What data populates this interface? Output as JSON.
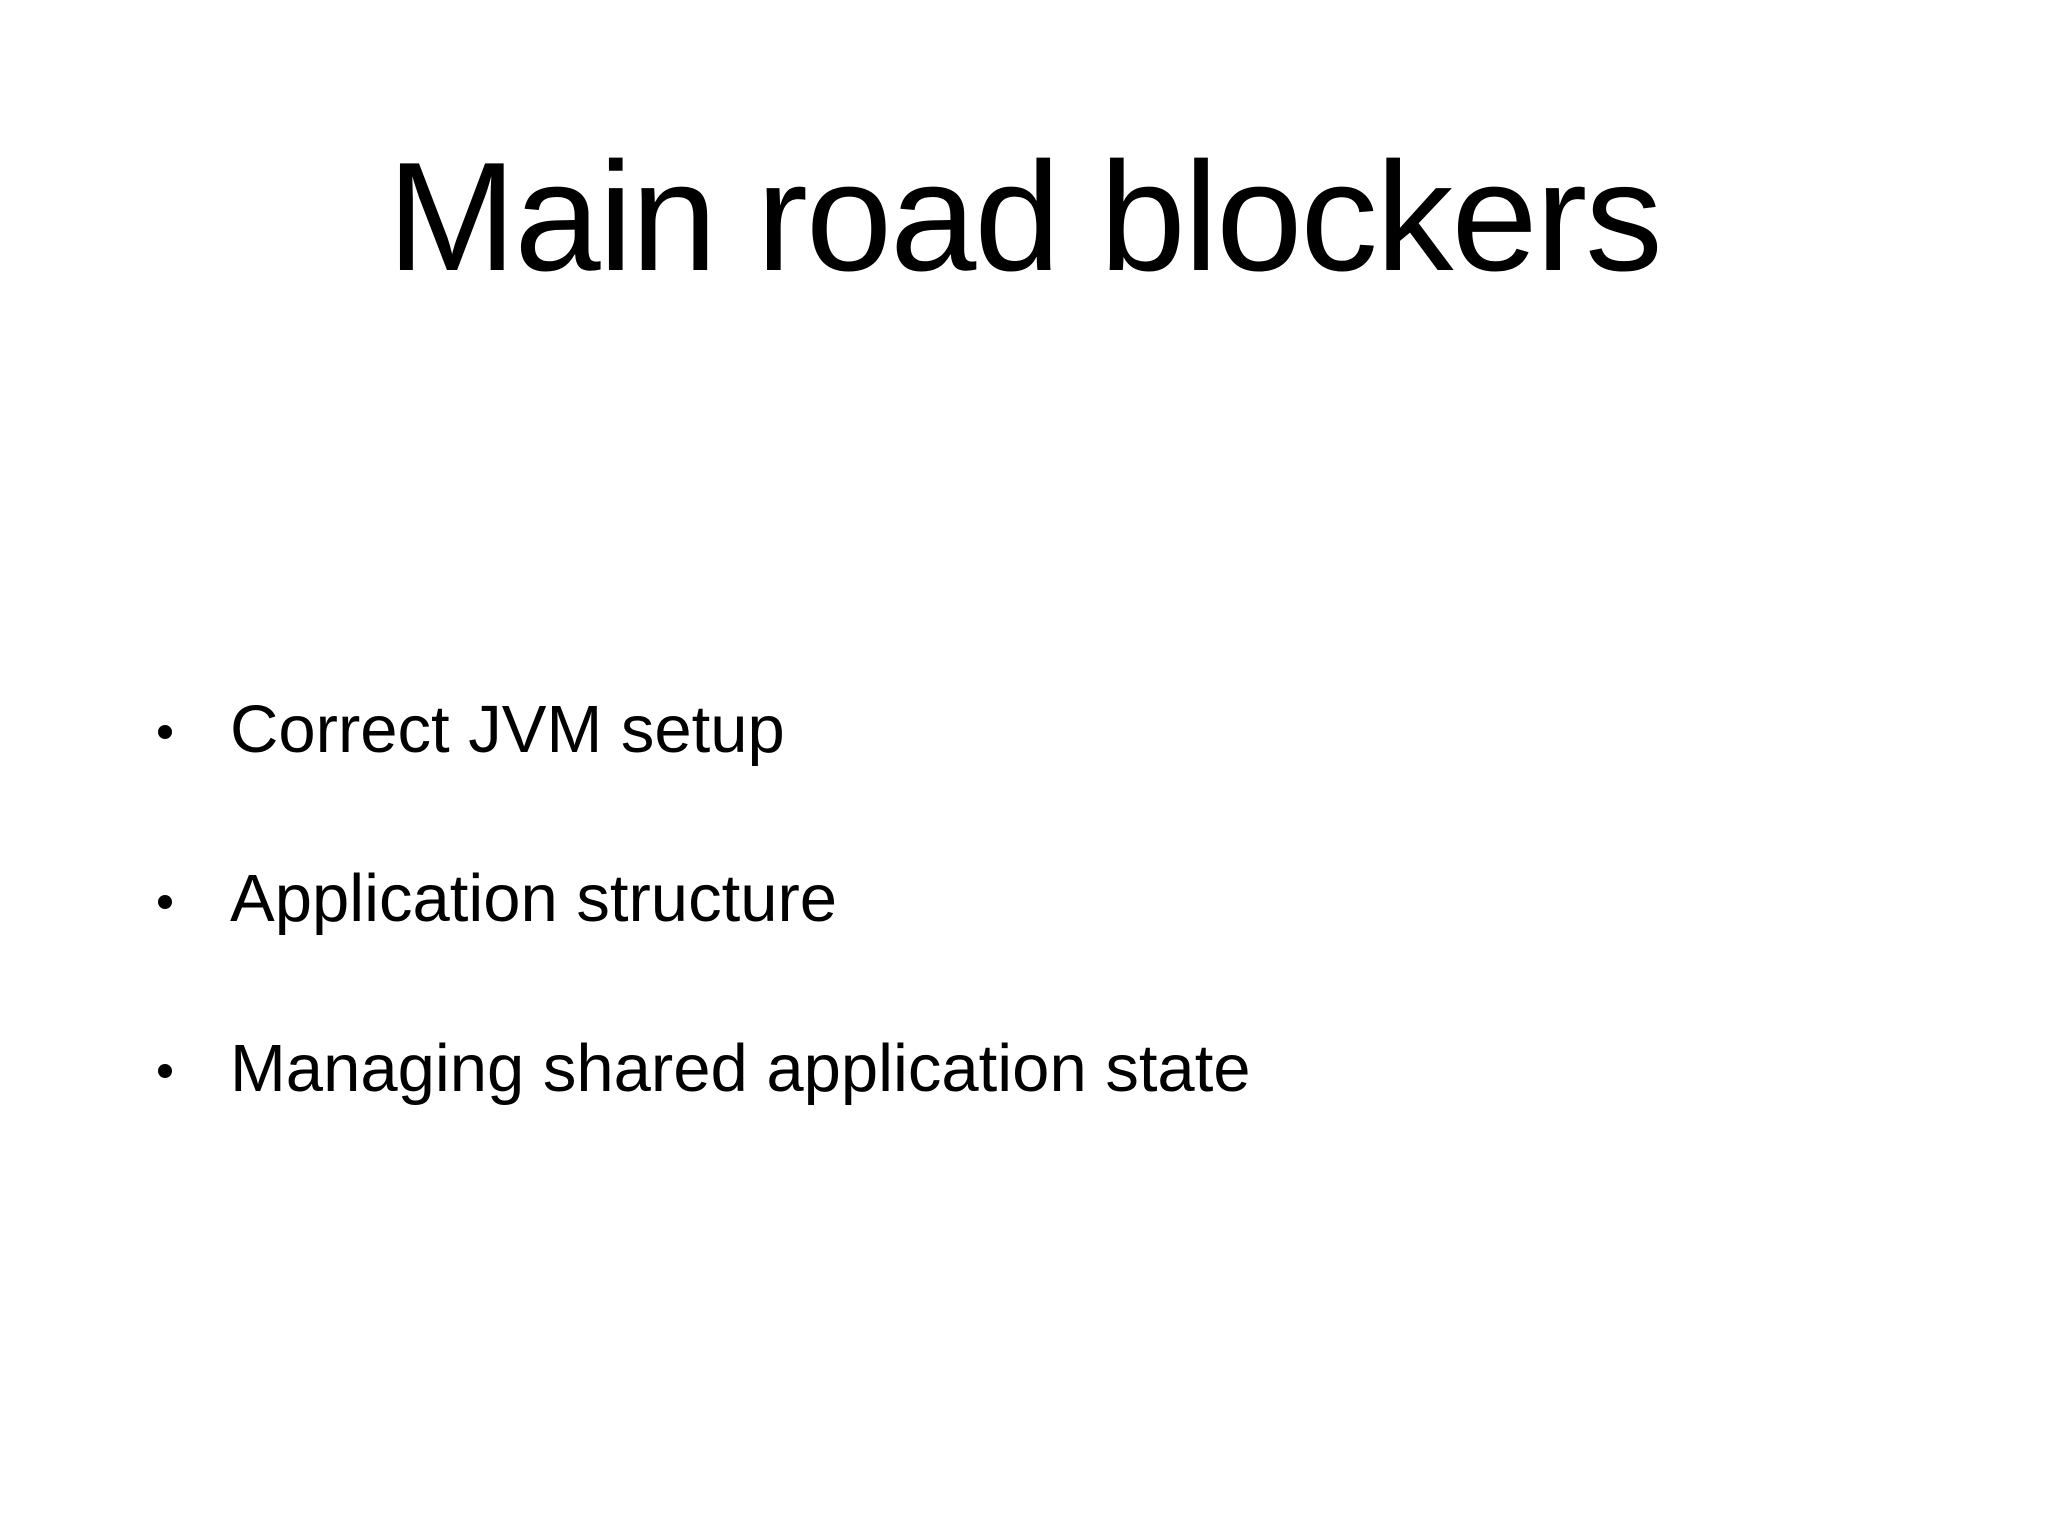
{
  "slide": {
    "title": "Main road blockers",
    "bullets": [
      {
        "label": "Correct JVM setup"
      },
      {
        "label": "Application structure"
      },
      {
        "label": "Managing shared application state"
      }
    ],
    "colors": {
      "background": "#ffffff",
      "text": "#000000"
    }
  }
}
